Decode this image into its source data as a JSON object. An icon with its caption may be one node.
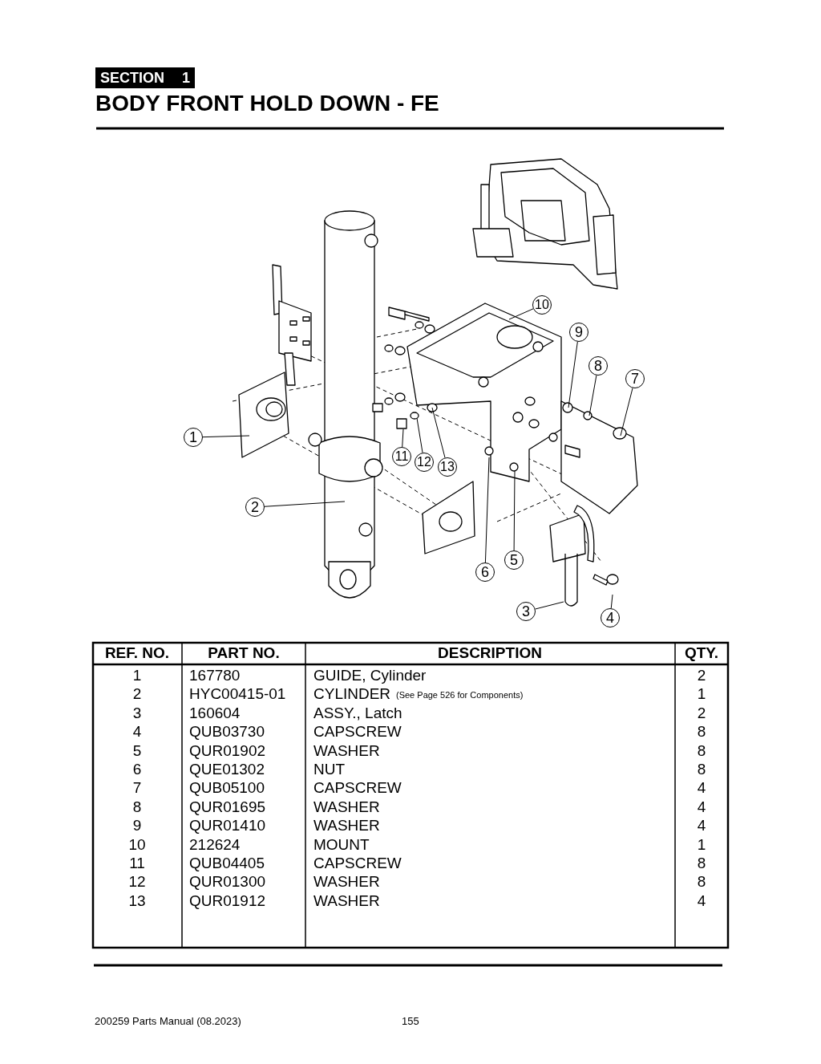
{
  "diagram": {
    "title": "BODY FRONT HOLD DOWN - FE",
    "nodes": [
      {
        "text": [
          "SECTION",
          "1"
        ]
      },
      {
        "text": [
          "1"
        ]
      },
      {
        "text": [
          "2"
        ]
      },
      {
        "text": [
          "3"
        ]
      },
      {
        "text": [
          "4"
        ]
      },
      {
        "text": [
          "5"
        ]
      },
      {
        "text": [
          "6"
        ]
      },
      {
        "text": [
          "7"
        ]
      },
      {
        "text": [
          "8"
        ]
      },
      {
        "text": [
          "9"
        ]
      },
      {
        "text": [
          "10"
        ]
      },
      {
        "text": [
          "11"
        ]
      },
      {
        "text": [
          "12"
        ]
      },
      {
        "text": [
          "13"
        ]
      }
    ],
    "edges": [
      {
        "from": 1,
        "to": null,
        "arrow": "none"
      },
      {
        "from": 2,
        "to": null,
        "arrow": "none"
      },
      {
        "from": 3,
        "to": null,
        "arrow": "none"
      },
      {
        "from": 4,
        "to": null,
        "arrow": "none"
      },
      {
        "from": 5,
        "to": null,
        "arrow": "none"
      },
      {
        "from": 6,
        "to": null,
        "arrow": "none"
      },
      {
        "from": 7,
        "to": null,
        "arrow": "none"
      },
      {
        "from": 8,
        "to": null,
        "arrow": "none"
      },
      {
        "from": 9,
        "to": null,
        "arrow": "none"
      },
      {
        "from": 10,
        "to": null,
        "arrow": "none"
      },
      {
        "from": 11,
        "to": null,
        "arrow": "none"
      },
      {
        "from": 12,
        "to": null,
        "arrow": "none"
      },
      {
        "from": 13,
        "to": null,
        "arrow": "none"
      }
    ],
    "labels": [
      "REF. NO.",
      "PART NO.",
      "DESCRIPTION",
      "QTY.",
      "1",
      "167780",
      "GUIDE, Cylinder",
      "2",
      "2",
      "HYC00415-01",
      "CYLINDER",
      "(See Page 526 for Components)",
      "1",
      "3",
      "160604",
      "ASSY., Latch",
      "2",
      "4",
      "QUB03730",
      "CAPSCREW",
      "8",
      "5",
      "QUR01902",
      "WASHER",
      "8",
      "6",
      "QUE01302",
      "NUT",
      "8",
      "7",
      "QUB05100",
      "CAPSCREW",
      "4",
      "8",
      "QUR01695",
      "WASHER",
      "4",
      "9",
      "QUR01410",
      "WASHER",
      "4",
      "10",
      "212624",
      "MOUNT",
      "1",
      "11",
      "QUB04405",
      "CAPSCREW",
      "8",
      "12",
      "QUR01300",
      "WASHER",
      "8",
      "13",
      "QUR01912",
      "WASHER",
      "4",
      "200259 Parts Manual (08.2023)",
      "155"
    ]
  }
}
